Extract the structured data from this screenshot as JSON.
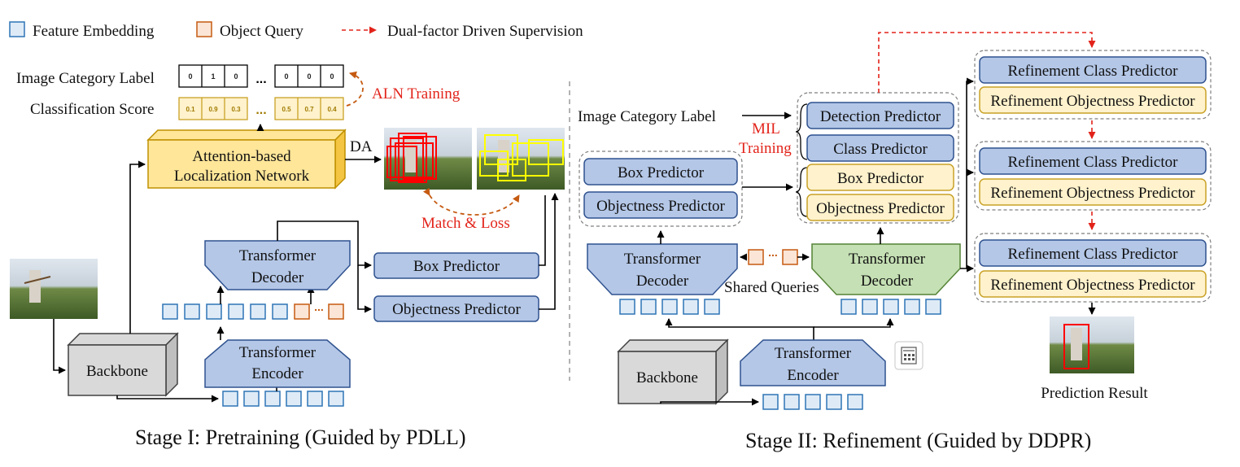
{
  "legend": {
    "feature_embedding": "Feature Embedding",
    "object_query": "Object Query",
    "supervision": "Dual-factor Driven Supervision"
  },
  "stage1": {
    "image_category_label": "Image Category Label",
    "classification_score": "Classification Score",
    "label_cells_left": [
      "0",
      "1",
      "0"
    ],
    "label_cells_right": [
      "0",
      "0",
      "0"
    ],
    "score_cells_left": [
      "0.1",
      "0.9",
      "0.3"
    ],
    "score_cells_right": [
      "0.5",
      "0.7",
      "0.4"
    ],
    "ellipsis": "...",
    "aln_training": "ALN Training",
    "aln_line1": "Attention-based",
    "aln_line2": "Localization Network",
    "da": "DA",
    "match_loss": "Match & Loss",
    "decoder_line1": "Transformer",
    "decoder_line2": "Decoder",
    "encoder_line1": "Transformer",
    "encoder_line2": "Encoder",
    "box_predictor": "Box Predictor",
    "objectness_predictor": "Objectness Predictor",
    "backbone": "Backbone",
    "caption": "Stage I: Pretraining (Guided by PDLL)"
  },
  "stage2": {
    "image_category_label": "Image Category Label",
    "mil_line1": "MIL",
    "mil_line2": "Training",
    "detection_predictor": "Detection Predictor",
    "class_predictor": "Class Predictor",
    "box_predictor_yellow": "Box Predictor",
    "objectness_predictor_yellow": "Objectness Predictor",
    "box_predictor": "Box Predictor",
    "objectness_predictor": "Objectness Predictor",
    "decoder_line1": "Transformer",
    "decoder_line2": "Decoder",
    "green_decoder_line1": "Transformer",
    "green_decoder_line2": "Decoder",
    "shared_queries": "Shared Queries",
    "encoder_line1": "Transformer",
    "encoder_line2": "Encoder",
    "backbone": "Backbone",
    "refinement_class": "Refinement Class Predictor",
    "refinement_objectness": "Refinement Objectness Predictor",
    "prediction_result": "Prediction Result",
    "caption": "Stage II: Refinement (Guided by DDPR)"
  },
  "colors": {
    "blue_fill": "#b4c7e7",
    "yellow_fill": "#fff2cc",
    "green_fill": "#c5e0b4",
    "red_text": "#e2231a"
  }
}
